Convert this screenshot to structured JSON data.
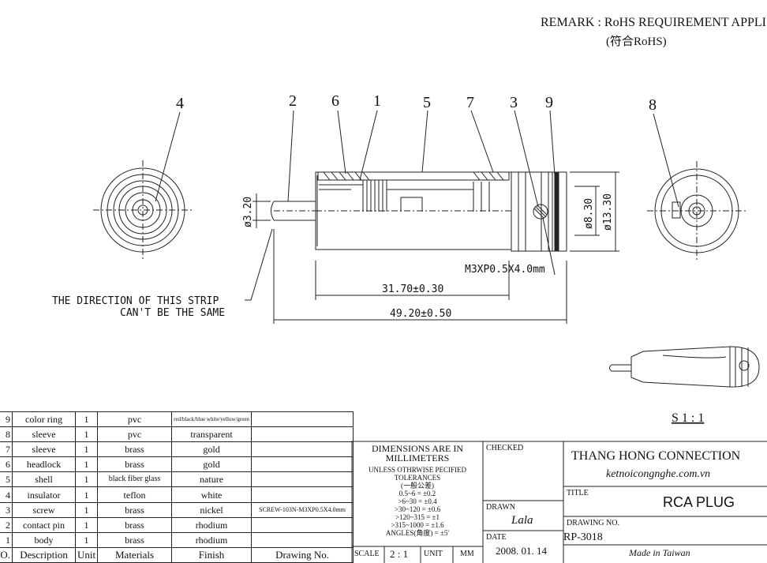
{
  "remark": {
    "line1": "REMARK : RoHS REQUIREMENT APPLI",
    "line2": "(符合RoHS)"
  },
  "drawing": {
    "part_labels": [
      "4",
      "2",
      "6",
      "1",
      "5",
      "7",
      "3",
      "9",
      "8"
    ],
    "dim_dia_pin": "ø3.20",
    "dim_dia_inner": "ø8.30",
    "dim_dia_outer": "ø13.30",
    "screw_callout": "M3XP0.5X4.0mm",
    "dim_length_inner": "31.70±0.30",
    "dim_length_total": "49.20±0.50",
    "strip_note_line1": "THE DIRECTION OF THIS STRIP",
    "strip_note_line2": "CAN'T BE THE SAME",
    "scale_note": "S 1 : 1"
  },
  "bom": {
    "headers": {
      "no": "NO.",
      "description": "Description",
      "unit": "Unit",
      "materials": "Materials",
      "finish": "Finish",
      "drawing_no": "Drawing No."
    },
    "rows": [
      {
        "no": "9",
        "description": "color ring",
        "unit": "1",
        "materials": "pvc",
        "finish": "red/black/blue white/yellow/green",
        "drawing_no": ""
      },
      {
        "no": "8",
        "description": "sleeve",
        "unit": "1",
        "materials": "pvc",
        "finish": "transparent",
        "drawing_no": ""
      },
      {
        "no": "7",
        "description": "sleeve",
        "unit": "1",
        "materials": "brass",
        "finish": "gold",
        "drawing_no": ""
      },
      {
        "no": "6",
        "description": "headlock",
        "unit": "1",
        "materials": "brass",
        "finish": "gold",
        "drawing_no": ""
      },
      {
        "no": "5",
        "description": "shell",
        "unit": "1",
        "materials": "black fiber glass",
        "finish": "nature",
        "drawing_no": ""
      },
      {
        "no": "4",
        "description": "insulator",
        "unit": "1",
        "materials": "teflon",
        "finish": "white",
        "drawing_no": ""
      },
      {
        "no": "3",
        "description": "screw",
        "unit": "1",
        "materials": "brass",
        "finish": "nickel",
        "drawing_no": "SCREW-103N-M3XP0.5X4.0mm"
      },
      {
        "no": "2",
        "description": "contact pin",
        "unit": "1",
        "materials": "brass",
        "finish": "rhodium",
        "drawing_no": ""
      },
      {
        "no": "1",
        "description": "body",
        "unit": "1",
        "materials": "brass",
        "finish": "rhodium",
        "drawing_no": ""
      }
    ]
  },
  "tolerance": {
    "title1": "DIMENSIONS ARE IN",
    "title2": "MILLIMETERS",
    "sub1": "UNLESS OTHRWISE PECIFIED",
    "sub2": "TOLERANCES",
    "sub3": "(一般公差)",
    "t1": "0.5~6 = ±0.2",
    "t2": ">6~30 = ±0.4",
    "t3": ">30~120 = ±0.6",
    "t4": ">120~315 = ±1",
    "t5": ">315~1000 = ±1.6",
    "t6": "ANGLES(角度) = ±5'",
    "scale_label": "SCALE",
    "scale_value": "2 : 1",
    "unit_label": "UNIT",
    "unit_value": "MM"
  },
  "titleblock": {
    "checked_label": "CHECKED",
    "drawn_label": "DRAWN",
    "drawn_value": "Lala",
    "date_label": "DATE",
    "date_value": "2008. 01. 14",
    "company": "THANG HONG CONNECTION",
    "website": "ketnoicongnghe.com.vn",
    "title_label": "TITLE",
    "title_value": "RCA PLUG",
    "drawing_no_label": "DRAWING NO.",
    "drawing_no_value": "RP-3018",
    "made_in": "Made in Taiwan"
  }
}
